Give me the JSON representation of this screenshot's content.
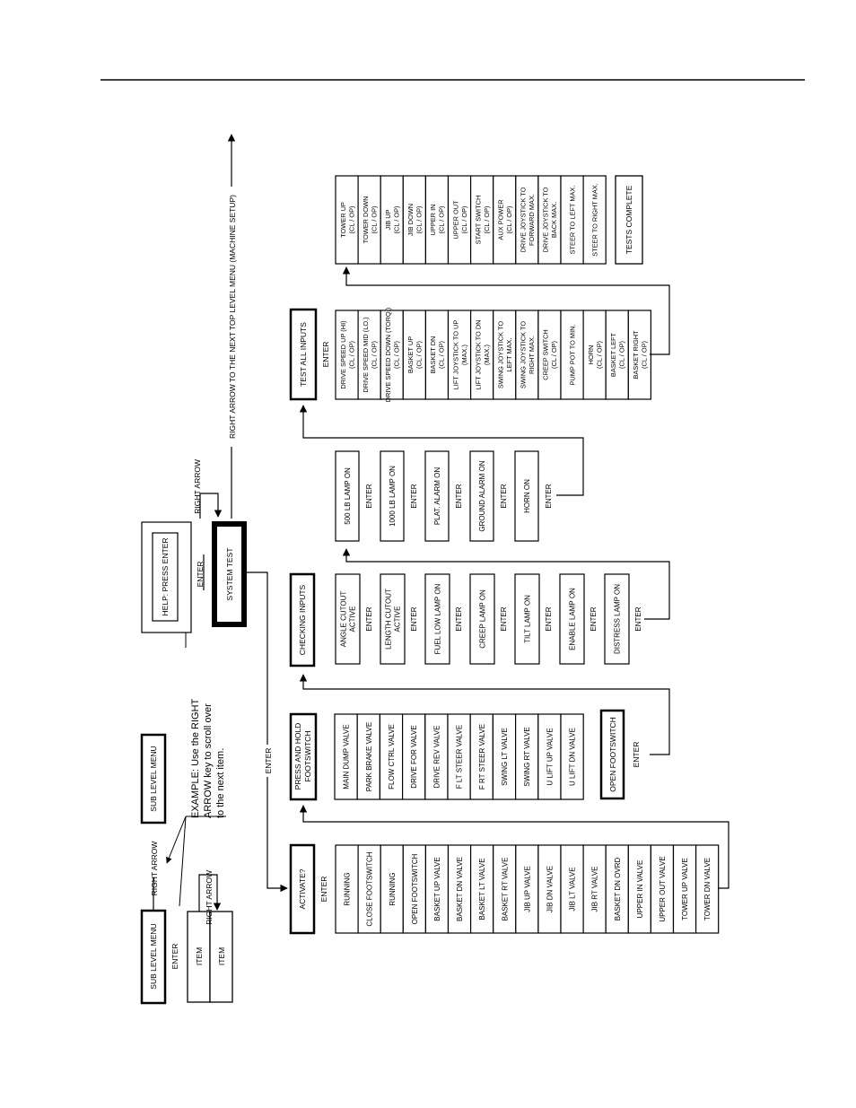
{
  "legend": {
    "sub_level_menu_1": "SUB LEVEL MENU",
    "sub_level_menu_2": "SUB LEVEL MENU",
    "enter": "ENTER",
    "right_arrow": "RIGHT ARROW",
    "right_arrow_2": "RIGHT ARROW",
    "item_1": "ITEM",
    "item_2": "ITEM",
    "example_lines": [
      "EXAMPLE:  Use the RIGHT",
      "ARROW key to scroll over",
      "to the next item."
    ]
  },
  "help": {
    "text": "HELP: PRESS ENTER",
    "enter": "ENTER"
  },
  "system_test": {
    "label": "SYSTEM TEST",
    "right_arrow": "RIGHT ARROW",
    "next_menu": "RIGHT ARROW TO THE NEXT TOP LEVEL MENU (MACHINE SETUP)",
    "enter": "ENTER"
  },
  "activate": {
    "title": "ACTIVATE?",
    "enter": "ENTER",
    "items": [
      "RUNNING",
      "CLOSE FOOTSWITCH",
      "RUNNING",
      "OPEN FOOTSWITCH",
      "BASKET UP VALVE",
      "BASKET DN VALVE",
      "BASKET LT VALVE",
      "BASKET RT VALVE",
      "JIB UP VALVE",
      "JIB DN VALVE",
      "JIB LT VALVE",
      "JIB RT VALVE",
      "BASKET DN OVRD",
      "UPPER IN VALVE",
      "UPPER OUT VALVE",
      "TOWER UP VALVE",
      "TOWER DN VALVE"
    ]
  },
  "footswitch": {
    "title_lines": [
      "PRESS AND HOLD",
      "FOOTSWITCH"
    ],
    "items": [
      "MAIN DUMP VALVE",
      "PARK BRAKE VALVE",
      "FLOW CTRL VALVE",
      "DRIVE FOR VALVE",
      "DRIVE REV VALVE",
      "F LT STEER VALVE",
      "F RT STEER VALVE",
      "SWING LT VALVE",
      "SWING RT VALVE",
      "U LIFT UP VALVE",
      "U LIFT DN VALVE"
    ],
    "open": "OPEN FOOTSWITCH",
    "enter": "ENTER"
  },
  "checking": {
    "title": "CHECKING INPUTS",
    "enter": "ENTER",
    "items": [
      [
        "ANGLE CUTOUT",
        "ACTIVE"
      ],
      [
        "LENGTH CUTOUT",
        "ACTIVE"
      ],
      [
        "FUEL LOW LAMP ON"
      ],
      [
        "CREEP LAMP ON"
      ],
      [
        "TILT LAMP ON"
      ],
      [
        "ENABLE LAMP ON"
      ],
      [
        "DISTRESS LAMP ON"
      ]
    ]
  },
  "lamps": {
    "enter": "ENTER",
    "items": [
      "500 LB LAMP ON",
      "1000 LB LAMP ON",
      "PLAT. ALARM ON",
      "GROUND ALARM  ON",
      "HORN ON"
    ]
  },
  "test_all": {
    "title": "TEST ALL INPUTS",
    "enter": "ENTER",
    "items": [
      [
        "DRIVE SPEED UP (HI)",
        "(CL / OP)"
      ],
      [
        "DRIVE SPEED MID (LO.)",
        "(CL / OP)"
      ],
      [
        "DRIVE SPEED DOWN (TORQ.)",
        "(CL / OP)"
      ],
      [
        "BASKET UP",
        "(CL / OP)"
      ],
      [
        "BASKET DN",
        "(CL / OP)"
      ],
      [
        "LIFT JOYSTICK TO UP",
        "(MAX.)"
      ],
      [
        "LIFT JOYSTICK TO DN",
        "(MAX.)"
      ],
      [
        "SWING JOYSTICK TO",
        "LEFT MAX."
      ],
      [
        "SWING JOYSTICK TO",
        "RIGHT MAX."
      ],
      [
        "CREEP SWITCH",
        "(CL / OP)"
      ],
      [
        "PUMP POT TO MIN."
      ],
      [
        "HORN",
        "(CL / OP)"
      ],
      [
        "BASKET LEFT",
        "(CL / OP)"
      ],
      [
        "BASKET RIGHT",
        "(CL / OP)"
      ]
    ]
  },
  "tower": {
    "items": [
      [
        "TOWER UP",
        "(CL / OP)"
      ],
      [
        "TOWER DOWN",
        "(CL / OP)"
      ],
      [
        "JIB UP",
        "(CL / OP)"
      ],
      [
        "JIB DOWN",
        "(CL / OP)"
      ],
      [
        "UPPER IN",
        "(CL / OP)"
      ],
      [
        "UPPER OUT",
        "(CL / OP)"
      ],
      [
        "START SWITCH",
        "(CL / OP)"
      ],
      [
        "AUX POWER",
        "(CL / OP)"
      ],
      [
        "DRIVE JOYSTICK TO",
        "FORWARD MAX."
      ],
      [
        "DRIVE JOYSTICK TO",
        "BACK MAX."
      ],
      [
        "STEER TO LEFT MAX."
      ],
      [
        "STEER TO RIGHT MAX."
      ]
    ],
    "complete": "TESTS COMPLETE"
  }
}
